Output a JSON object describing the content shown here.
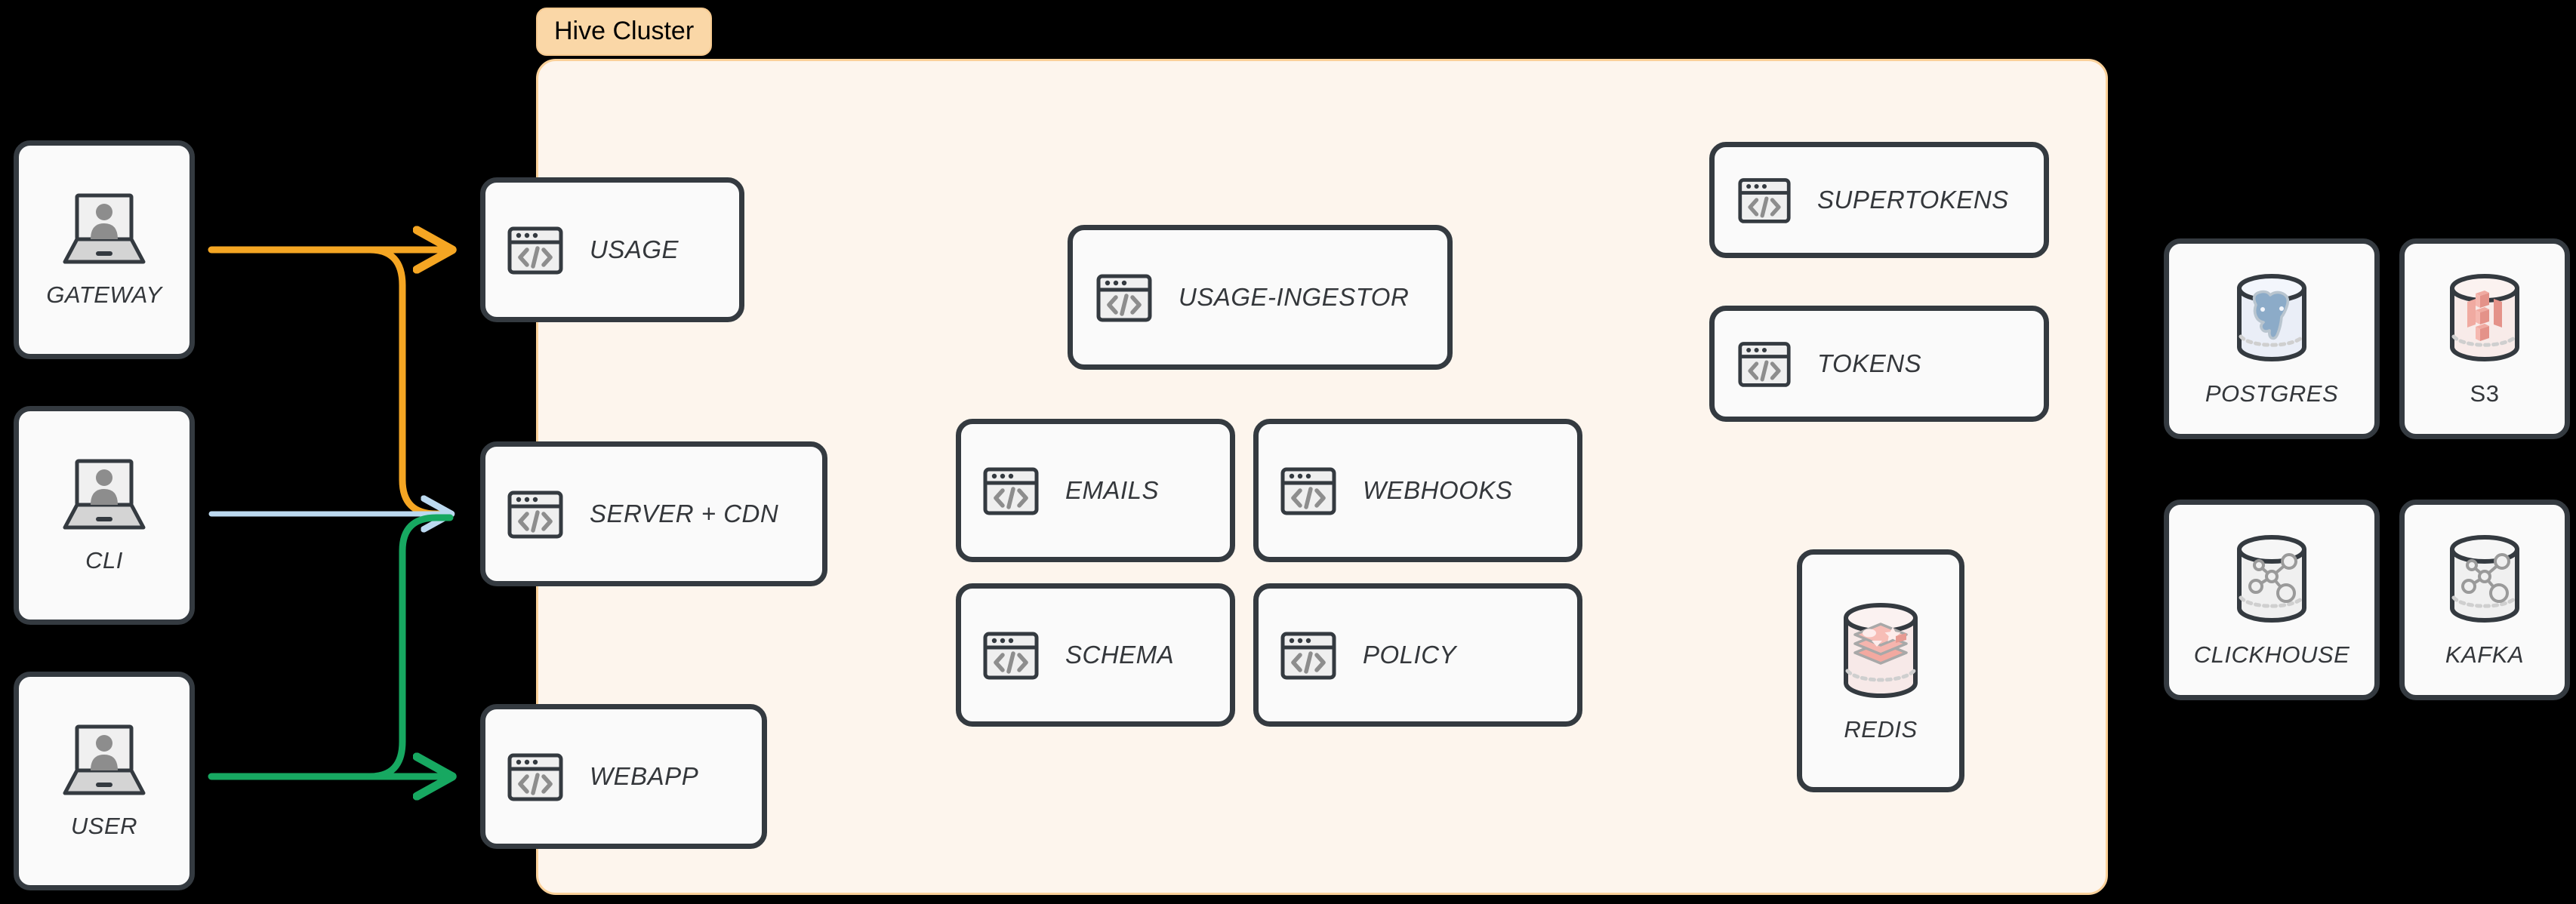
{
  "diagram": {
    "background_color": "#000000",
    "cluster": {
      "label": "Hive Cluster",
      "badge_bg": "#fad7a7",
      "panel_bg": "#fdf5ed",
      "panel_border": "#fbd19a"
    },
    "node_colors": {
      "card_bg": "#fafafa",
      "card_border": "#343a40",
      "label_text": "#34373b",
      "icon_gray": "#8d8d8d",
      "icon_fill": "#efefef"
    },
    "edge_colors": {
      "gateway": "#f5a623",
      "cli": "#bcd9f0",
      "user": "#17a861"
    }
  },
  "clients": [
    {
      "id": "gateway",
      "label": "GATEWAY",
      "icon": "laptop-user-icon"
    },
    {
      "id": "cli",
      "label": "CLI",
      "icon": "laptop-user-icon"
    },
    {
      "id": "user",
      "label": "USER",
      "icon": "laptop-user-icon"
    }
  ],
  "edge_services": [
    {
      "id": "usage",
      "label": "USAGE",
      "icon": "code-window-icon"
    },
    {
      "id": "server-cdn",
      "label": "SERVER + CDN",
      "icon": "code-window-icon"
    },
    {
      "id": "webapp",
      "label": "WEBAPP",
      "icon": "code-window-icon"
    }
  ],
  "core_services": [
    {
      "id": "usage-ingestor",
      "label": "USAGE-INGESTOR",
      "icon": "code-window-icon"
    },
    {
      "id": "emails",
      "label": "EMAILS",
      "icon": "code-window-icon"
    },
    {
      "id": "webhooks",
      "label": "WEBHOOKS",
      "icon": "code-window-icon"
    },
    {
      "id": "schema",
      "label": "SCHEMA",
      "icon": "code-window-icon"
    },
    {
      "id": "policy",
      "label": "POLICY",
      "icon": "code-window-icon"
    }
  ],
  "auth_services": [
    {
      "id": "supertokens",
      "label": "SUPERTOKENS",
      "icon": "code-window-icon"
    },
    {
      "id": "tokens",
      "label": "TOKENS",
      "icon": "code-window-icon"
    }
  ],
  "cluster_stores": [
    {
      "id": "redis",
      "label": "REDIS",
      "icon": "redis-cylinder-icon"
    }
  ],
  "external_stores": [
    {
      "id": "postgres",
      "label": "POSTGRES",
      "icon": "postgres-cylinder-icon",
      "italic": true
    },
    {
      "id": "s3",
      "label": "S3",
      "icon": "s3-cylinder-icon",
      "italic": false
    },
    {
      "id": "clickhouse",
      "label": "CLICKHOUSE",
      "icon": "clickhouse-cylinder-icon",
      "italic": true
    },
    {
      "id": "kafka",
      "label": "KAFKA",
      "icon": "kafka-cylinder-icon",
      "italic": true
    }
  ],
  "connections": [
    {
      "from": "gateway",
      "to": "usage",
      "color": "#f5a623",
      "arrow": true
    },
    {
      "from": "gateway",
      "to": "server-cdn",
      "color": "#f5a623",
      "arrow": false
    },
    {
      "from": "cli",
      "to": "server-cdn",
      "color": "#bcd9f0",
      "arrow": true
    },
    {
      "from": "user",
      "to": "webapp",
      "color": "#17a861",
      "arrow": true
    },
    {
      "from": "user",
      "to": "server-cdn",
      "color": "#17a861",
      "arrow": false
    }
  ]
}
